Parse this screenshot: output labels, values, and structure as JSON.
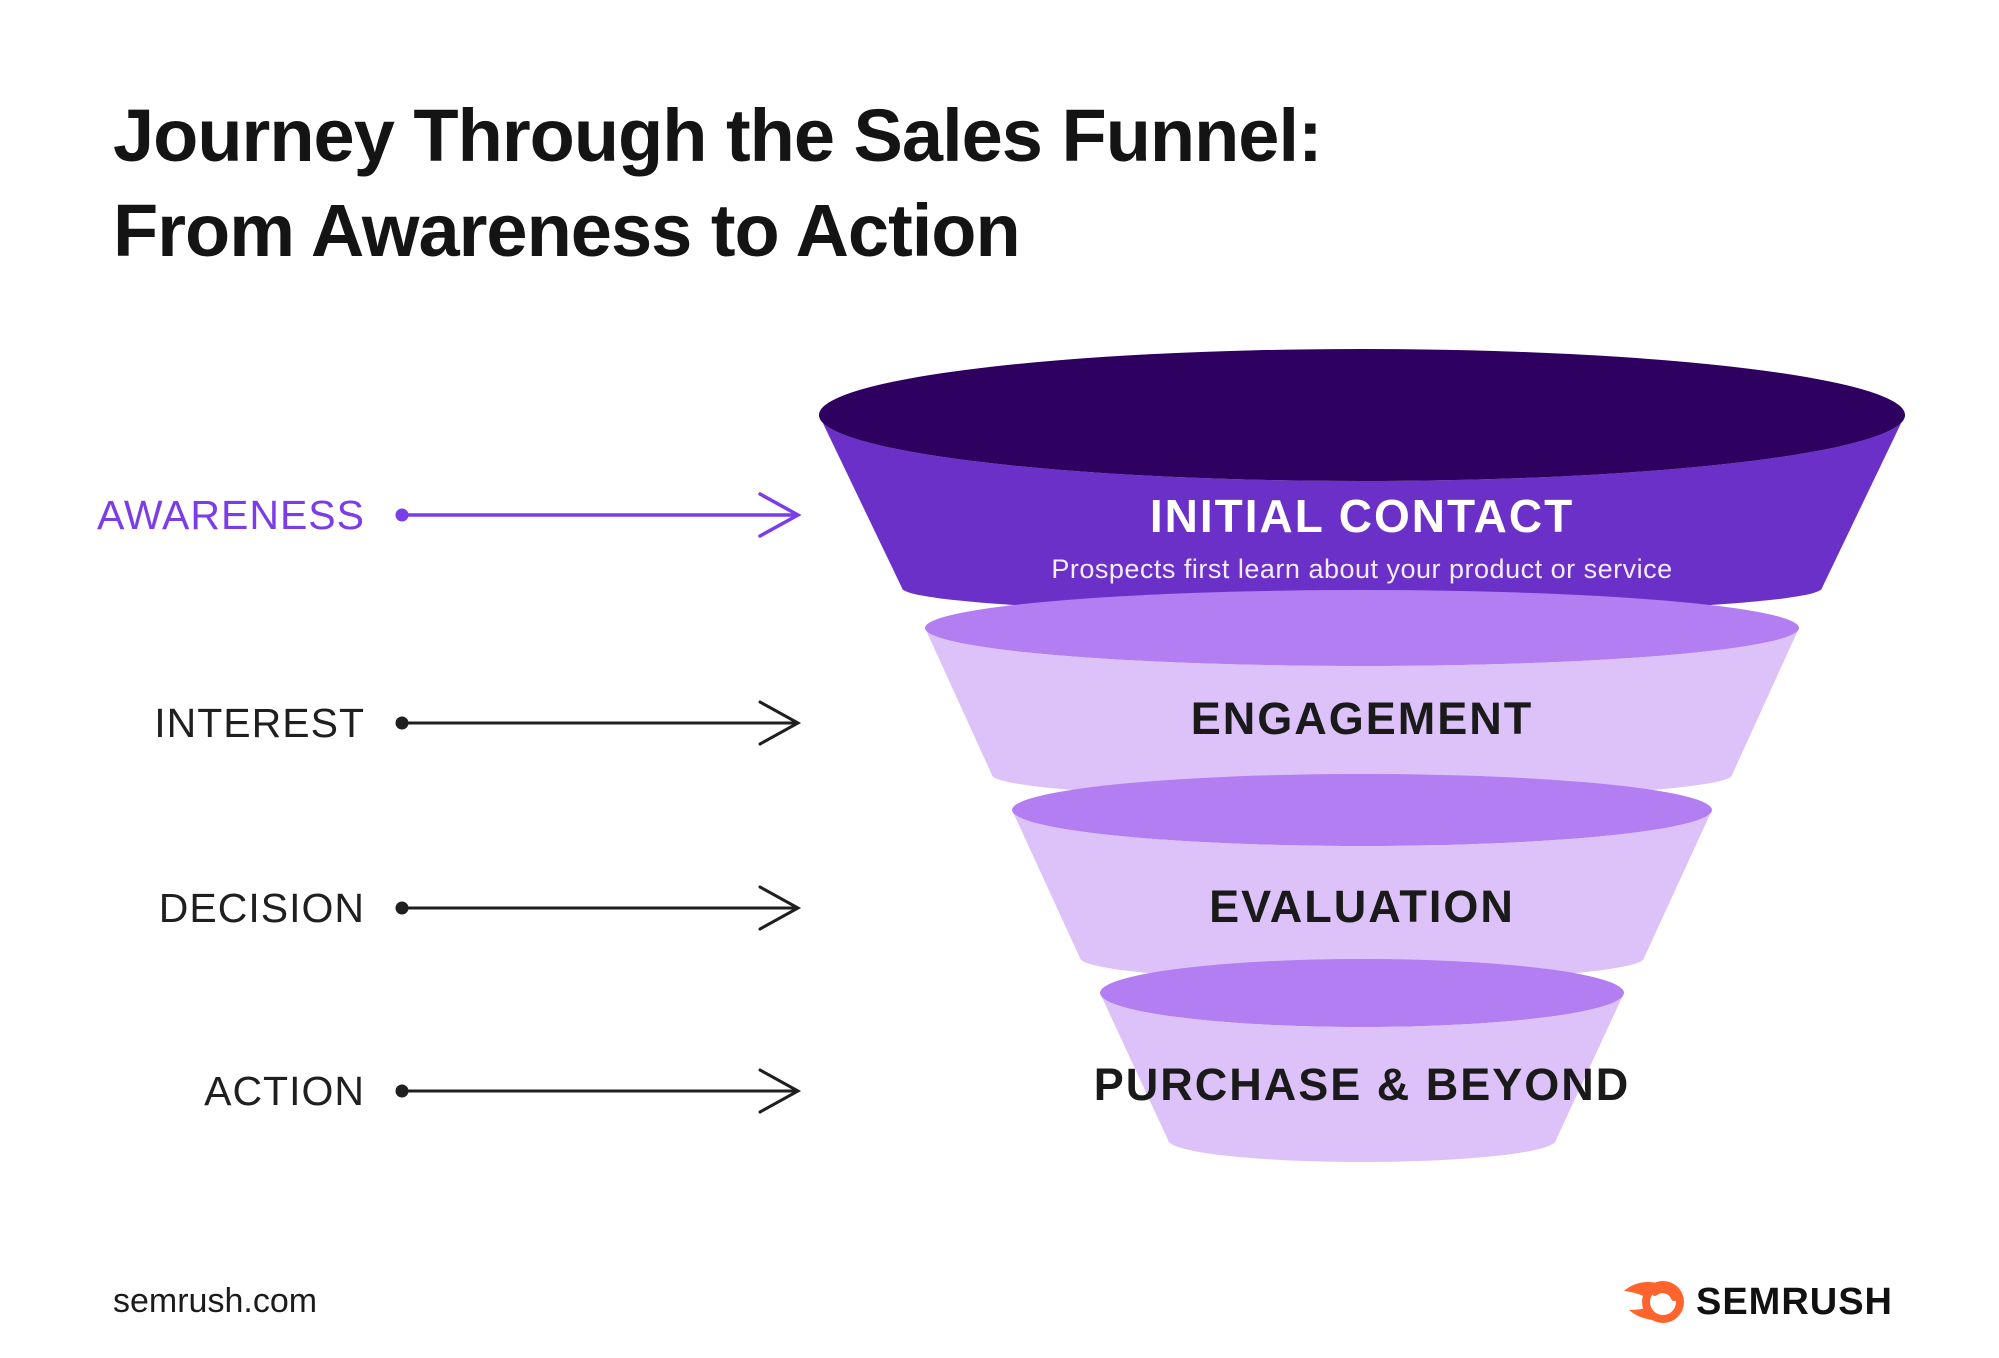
{
  "title": {
    "line1": "Journey Through the Sales Funnel:",
    "line2": "From Awareness to Action"
  },
  "stages": [
    {
      "label": "AWARENESS",
      "funnel_title": "INITIAL CONTACT",
      "funnel_subtitle": "Prospects first learn about your product or service"
    },
    {
      "label": "INTEREST",
      "funnel_title": "ENGAGEMENT"
    },
    {
      "label": "DECISION",
      "funnel_title": "EVALUATION"
    },
    {
      "label": "ACTION",
      "funnel_title": "PURCHASE & BEYOND"
    }
  ],
  "footer": {
    "website": "semrush.com",
    "brand": "SEMRUSH"
  },
  "colors": {
    "accent_purple": "#7a3de8",
    "arrow_black": "#1f1f1f",
    "funnel_inner_dark": "#2e0060",
    "funnel_stage1_body": "#6a30c8",
    "funnel_lip": "#b27ef2",
    "funnel_light_body": "#dcc2f8",
    "brand_orange": "#ff642d",
    "text_dark": "#141414"
  }
}
